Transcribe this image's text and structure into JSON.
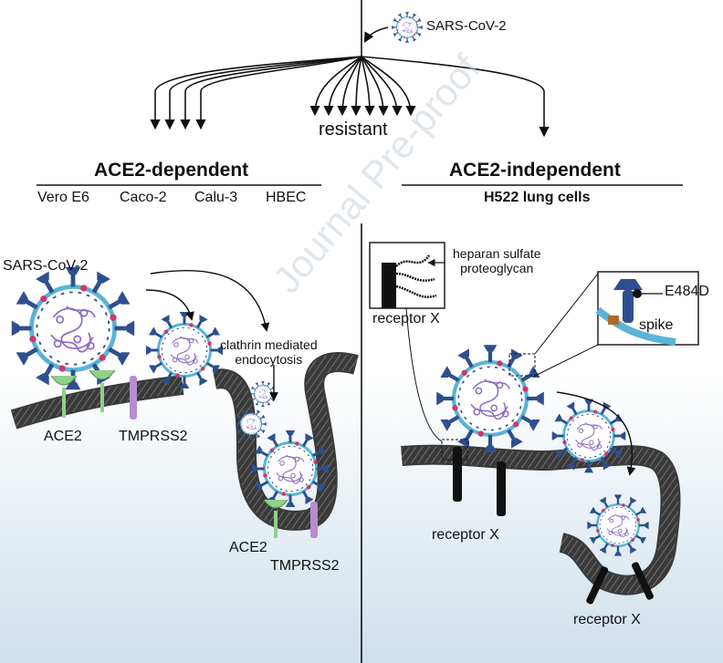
{
  "virus_label": "SARS-CoV-2",
  "resistant_label": "resistant",
  "left": {
    "title": "ACE2-dependent",
    "cell_lines": [
      "Vero E6",
      "Caco-2",
      "Calu-3",
      "HBEC"
    ],
    "panel_virus_label": "SARS-CoV-2",
    "endocytosis_label": "clathrin mediated\nendocytosis",
    "ace2_label": "ACE2",
    "tmprss2_label": "TMPRSS2"
  },
  "right": {
    "title": "ACE2-independent",
    "cell_line": "H522 lung cells",
    "hsp_label": "heparan sulfate\nproteoglycan",
    "receptor_label": "receptor X",
    "mutation_label": "E484D",
    "spike_label": "spike"
  },
  "watermark": "Journal Pre-proof",
  "colors": {
    "background_gradient_bottom": "#cfe0ea",
    "membrane": "#3a3a3a",
    "virus_envelope": "#5ab4d6",
    "spike_protein": "#2e4f8f",
    "genome": "#8a6bbf",
    "ace2": "#8fd08a",
    "tmprss2": "#b98bd0",
    "receptor_x": "#1a1a1a"
  }
}
